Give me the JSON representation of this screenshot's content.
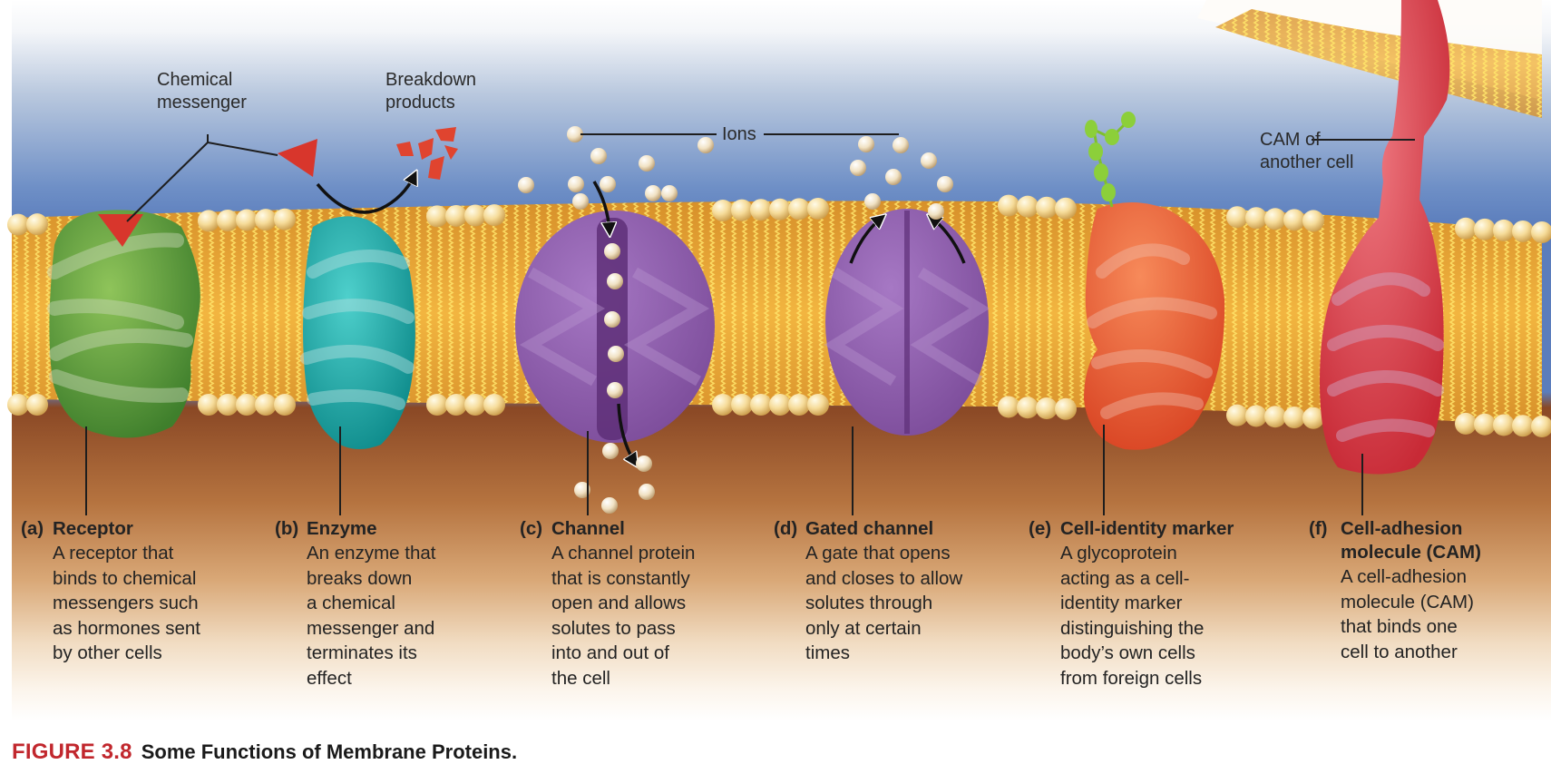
{
  "figure": {
    "number_label": "FIGURE 3.8",
    "title": "Some Functions of Membrane Proteins."
  },
  "callouts": {
    "chemical_messenger": [
      "Chemical",
      "messenger"
    ],
    "breakdown_products": [
      "Breakdown",
      "products"
    ],
    "ions": "Ions",
    "cam_other_cell": [
      "CAM of",
      "another cell"
    ]
  },
  "proteins": [
    {
      "letter": "(a)",
      "name": "Receptor",
      "color": "#5a9a3a",
      "description": [
        "A receptor that",
        "binds to chemical",
        "messengers such",
        "as hormones sent",
        "by other cells"
      ]
    },
    {
      "letter": "(b)",
      "name": "Enzyme",
      "color": "#1fa6a4",
      "description": [
        "An enzyme that",
        "breaks down",
        "a chemical",
        "messenger and",
        "terminates its",
        "effect"
      ]
    },
    {
      "letter": "(c)",
      "name": "Channel",
      "color": "#8a58a8",
      "description": [
        "A channel protein",
        "that is constantly",
        "open and allows",
        "solutes to pass",
        "into and out of",
        "the cell"
      ]
    },
    {
      "letter": "(d)",
      "name": "Gated channel",
      "color": "#8a58a8",
      "description": [
        "A gate that opens",
        "and closes to allow",
        "solutes through",
        "only at certain",
        "times"
      ]
    },
    {
      "letter": "(e)",
      "name": "Cell-identity marker",
      "color": "#e8562e",
      "description": [
        "A glycoprotein",
        "acting as a cell-",
        "identity marker",
        "distinguishing the",
        "body’s own cells",
        "from foreign cells"
      ]
    },
    {
      "letter": "(f)",
      "name": "Cell-adhesion molecule (CAM)",
      "name_lines": [
        "Cell-adhesion",
        "molecule (CAM)"
      ],
      "color": "#d83a48",
      "description": [
        "A cell-adhesion",
        "molecule (CAM)",
        "that binds one",
        "cell to another"
      ]
    }
  ],
  "colors": {
    "figure_number": "#c1272d",
    "extracellular_top": "#ffffff",
    "extracellular_blue": "#5a82bf",
    "phospholipid_head": "#f3d590",
    "membrane_core": "#e9a83a",
    "cytoplasm_top": "#8e4a22",
    "cytoplasm_bottom": "#fdf6ee",
    "chemical_messenger": "#d8362c",
    "glycan": "#8ccf3a"
  }
}
